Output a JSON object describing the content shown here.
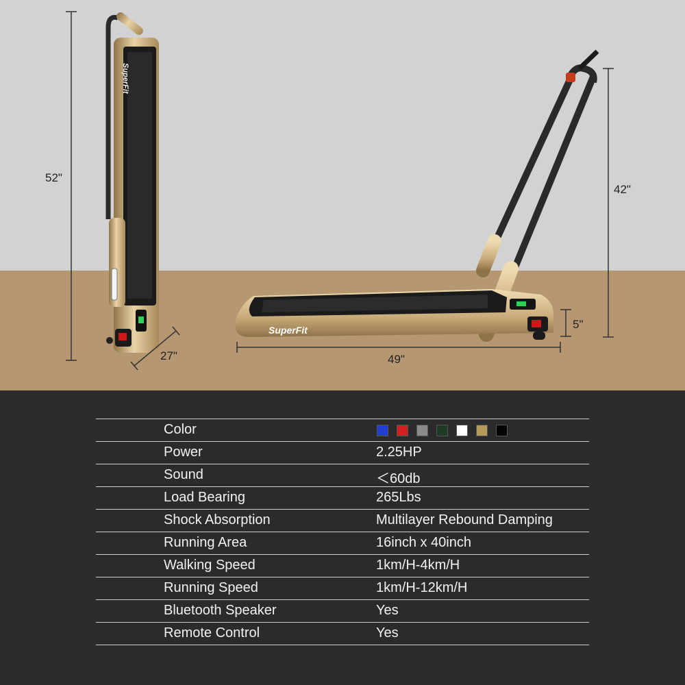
{
  "product": {
    "brand": "SuperFit",
    "brand_side": "SuperFit"
  },
  "dimensions": {
    "height_folded": "52\"",
    "depth_folded": "27\"",
    "handle_height": "42\"",
    "deck_height": "5\"",
    "length": "49\""
  },
  "specs": {
    "color_label": "Color",
    "color_swatches": [
      "#1f3fd0",
      "#d21f1f",
      "#8a8a8a",
      "#1f3a25",
      "#ffffff",
      "#b59a55",
      "#050505"
    ],
    "rows": [
      {
        "label": "Power",
        "value": "2.25HP"
      },
      {
        "label": "Sound",
        "value": "＜60db"
      },
      {
        "label": "Load Bearing",
        "value": "265Lbs"
      },
      {
        "label": "Shock Absorption",
        "value": "Multilayer Rebound Damping"
      },
      {
        "label": "Running Area",
        "value": "16inch x 40inch"
      },
      {
        "label": "Walking Speed",
        "value": "1km/H-4km/H"
      },
      {
        "label": "Running Speed",
        "value": "1km/H-12km/H"
      },
      {
        "label": "Bluetooth Speaker",
        "value": "Yes"
      },
      {
        "label": "Remote Control",
        "value": "Yes"
      }
    ]
  }
}
